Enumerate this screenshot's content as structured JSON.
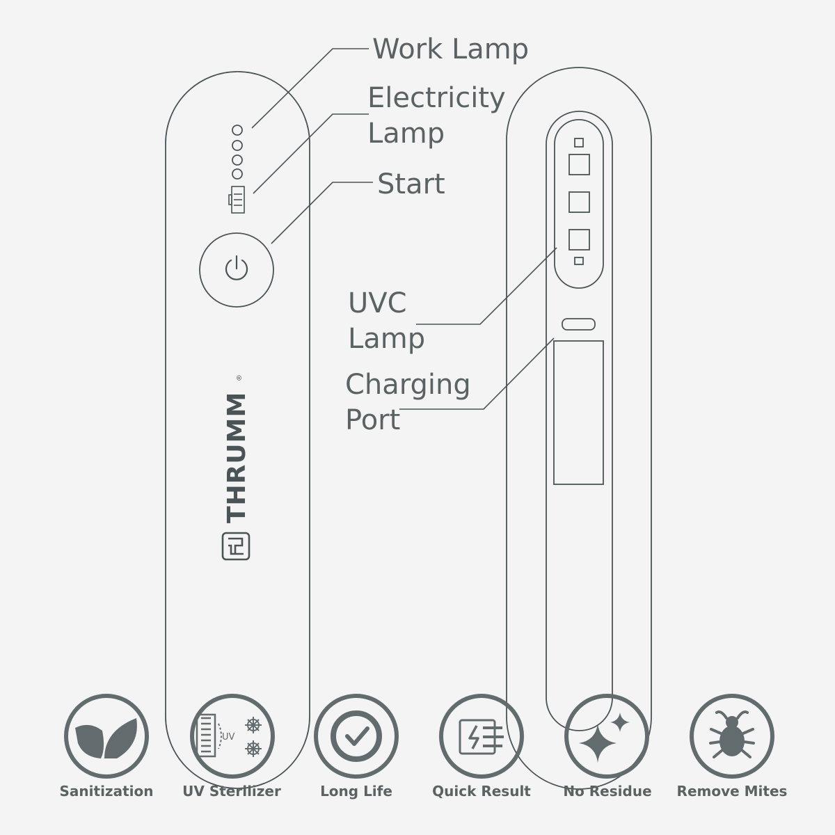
{
  "colors": {
    "background": "#f4f4f4",
    "device_outline": "#4a5355",
    "callout_text": "#5a6264",
    "icon_fill": "#626b6d"
  },
  "callouts": {
    "work_lamp": "Work Lamp",
    "electricity_lamp_line1": "Electricity",
    "electricity_lamp_line2": "Lamp",
    "start": "Start",
    "uvc_lamp_line1": "UVC",
    "uvc_lamp_line2": "Lamp",
    "charging_port_line1": "Charging",
    "charging_port_line2": "Port"
  },
  "brand": {
    "name": "THRUMM",
    "registered_mark": "®",
    "logo_icon": "thrumm-logo-icon"
  },
  "features": [
    {
      "label": "Sanitization",
      "icon": "leaf-icon"
    },
    {
      "label": "UV Sterilizer",
      "icon": "uv-sterilizer-icon",
      "icon_text": "UV"
    },
    {
      "label": "Long Life",
      "icon": "check-badge-icon"
    },
    {
      "label": "Quick Result",
      "icon": "quick-result-icon"
    },
    {
      "label": "No Residue",
      "icon": "sparkle-icon"
    },
    {
      "label": "Remove Mites",
      "icon": "mite-icon"
    }
  ]
}
